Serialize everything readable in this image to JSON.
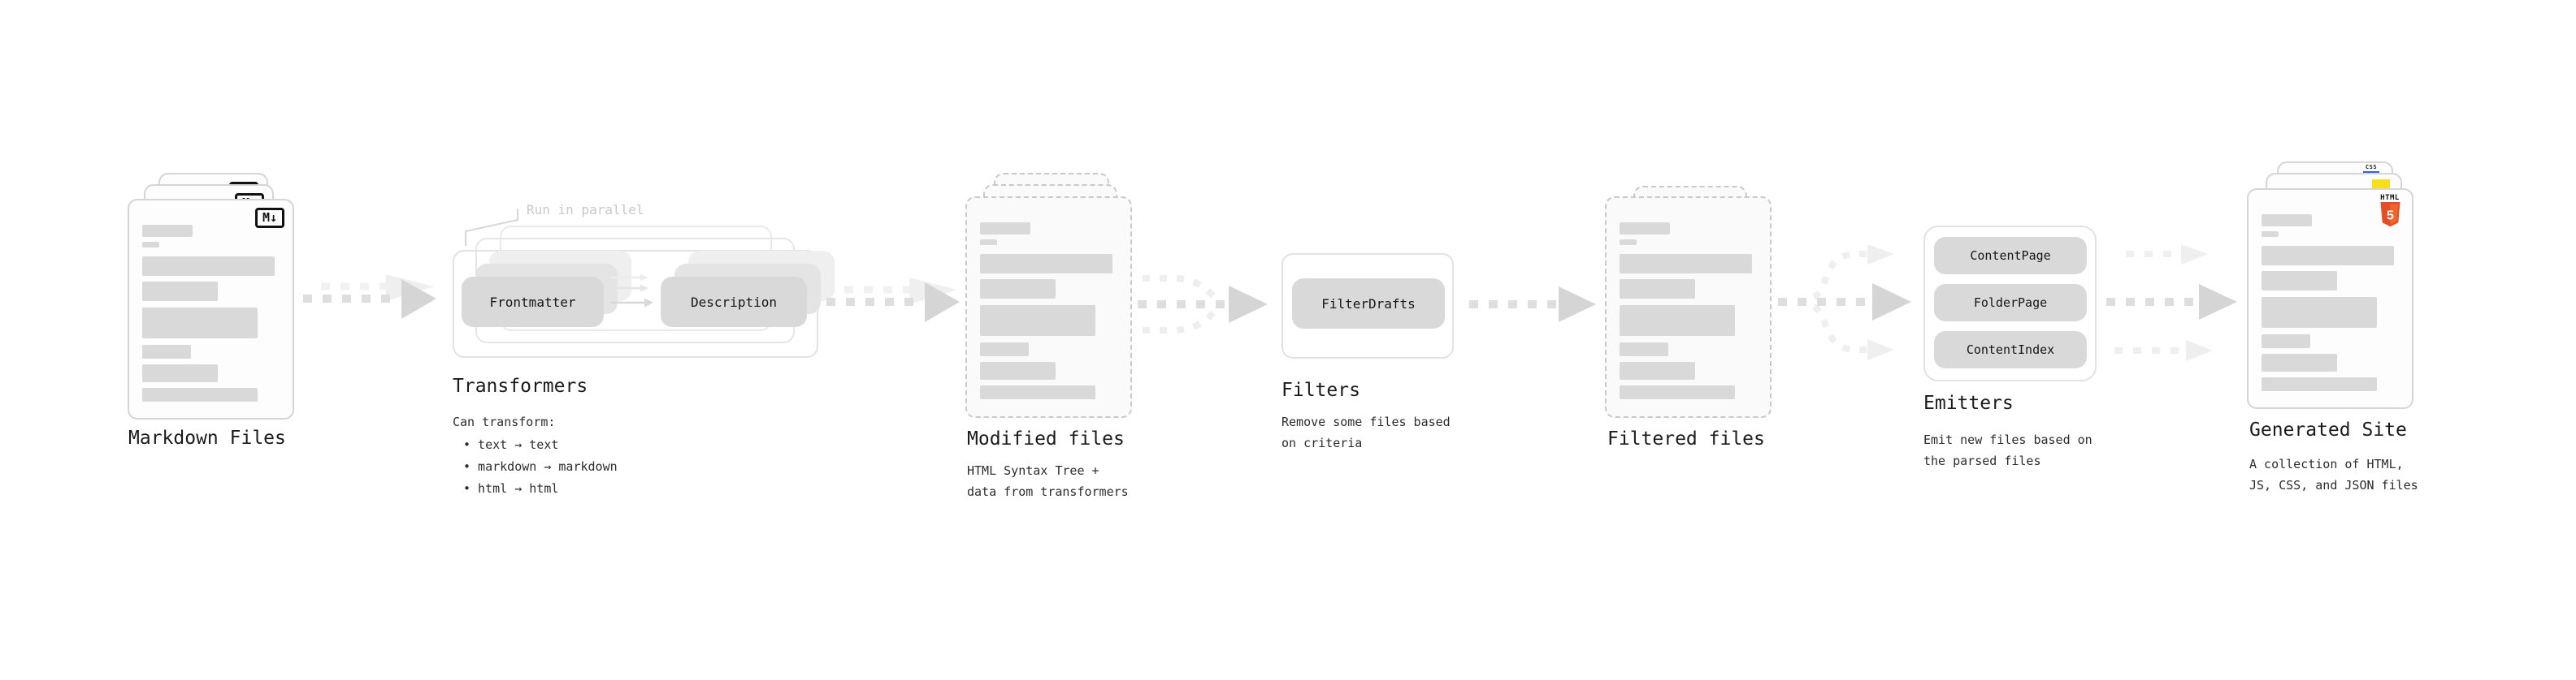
{
  "pipeline": {
    "markdown": {
      "label": "Markdown Files",
      "badge": "M↓"
    },
    "transformers": {
      "label": "Transformers",
      "note": "Run in parallel",
      "pill_frontmatter": "Frontmatter",
      "pill_description": "Description",
      "desc_title": "Can transform:",
      "bullet_1": "• text → text",
      "bullet_2": "• markdown → markdown",
      "bullet_3": "• html → html"
    },
    "modified": {
      "label": "Modified files",
      "desc_line1": "HTML Syntax Tree +",
      "desc_line2": "data from transformers"
    },
    "filters": {
      "label": "Filters",
      "pill_filterdrafts": "FilterDrafts",
      "desc_line1": "Remove some files based",
      "desc_line2": "on criteria"
    },
    "filtered": {
      "label": "Filtered files"
    },
    "emitters": {
      "label": "Emitters",
      "pill_contentpage": "ContentPage",
      "pill_folderpage": "FolderPage",
      "pill_contentindex": "ContentIndex",
      "desc_line1": "Emit new files based on",
      "desc_line2": "the parsed files"
    },
    "generated": {
      "label": "Generated Site",
      "desc_line1": "A collection of HTML,",
      "desc_line2": "JS, CSS, and JSON files",
      "badge_css": "CSS",
      "badge_html_text": "HTML",
      "badge_html_number": "5"
    }
  },
  "colors": {
    "ink": "#1b1b1b",
    "subtle_text": "#2d2d2d",
    "faint_label": "#c8c8c8",
    "card_border": "#d5d5d5",
    "dashed_border": "#c9c9c9",
    "bar_fill": "#d9d9d9",
    "pill_fill": "#d9d9d9",
    "arrow_dark": "#dedede",
    "arrow_dark_head": "#d5d5d5",
    "arrow_light": "#f1f1f1",
    "css_blue": "#2965f1",
    "js_yellow": "#f7df1e",
    "html5_orange": "#e44d26",
    "html5_orange_light": "#f16529"
  }
}
